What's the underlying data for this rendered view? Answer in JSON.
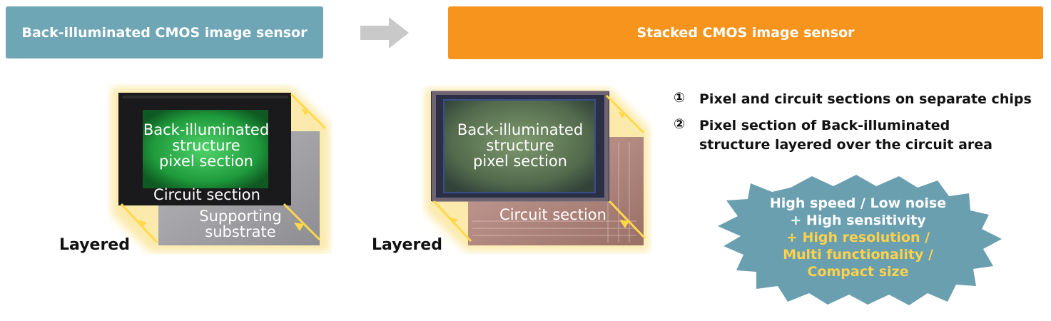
{
  "banners": {
    "left": "Back-illuminated CMOS image sensor",
    "right": "Stacked CMOS image sensor"
  },
  "colors": {
    "left_banner": "#6fa6b6",
    "right_banner": "#f7941d",
    "highlight_text": "#ffd24a",
    "starburst": "#6a9fb0",
    "glow": "#fbe9a8"
  },
  "left_chip": {
    "pixel_label": "Back-illuminated\nstructure\npixel section",
    "circuit_label": "Circuit section",
    "substrate_label": "Supporting\nsubstrate",
    "tag": "Layered"
  },
  "right_chip": {
    "pixel_label": "Back-illuminated\nstructure\npixel section",
    "circuit_label": "Circuit section",
    "tag": "Layered"
  },
  "points": [
    {
      "num": "①",
      "text": "Pixel and circuit sections on separate chips"
    },
    {
      "num": "②",
      "text": "Pixel section of Back-illuminated\nstructure layered over the circuit area"
    }
  ],
  "starburst": {
    "line1": "High speed / Low noise",
    "line2": "+ High sensitivity",
    "line3": "+ High resolution /",
    "line4": "Multi functionality /",
    "line5": "Compact size"
  }
}
